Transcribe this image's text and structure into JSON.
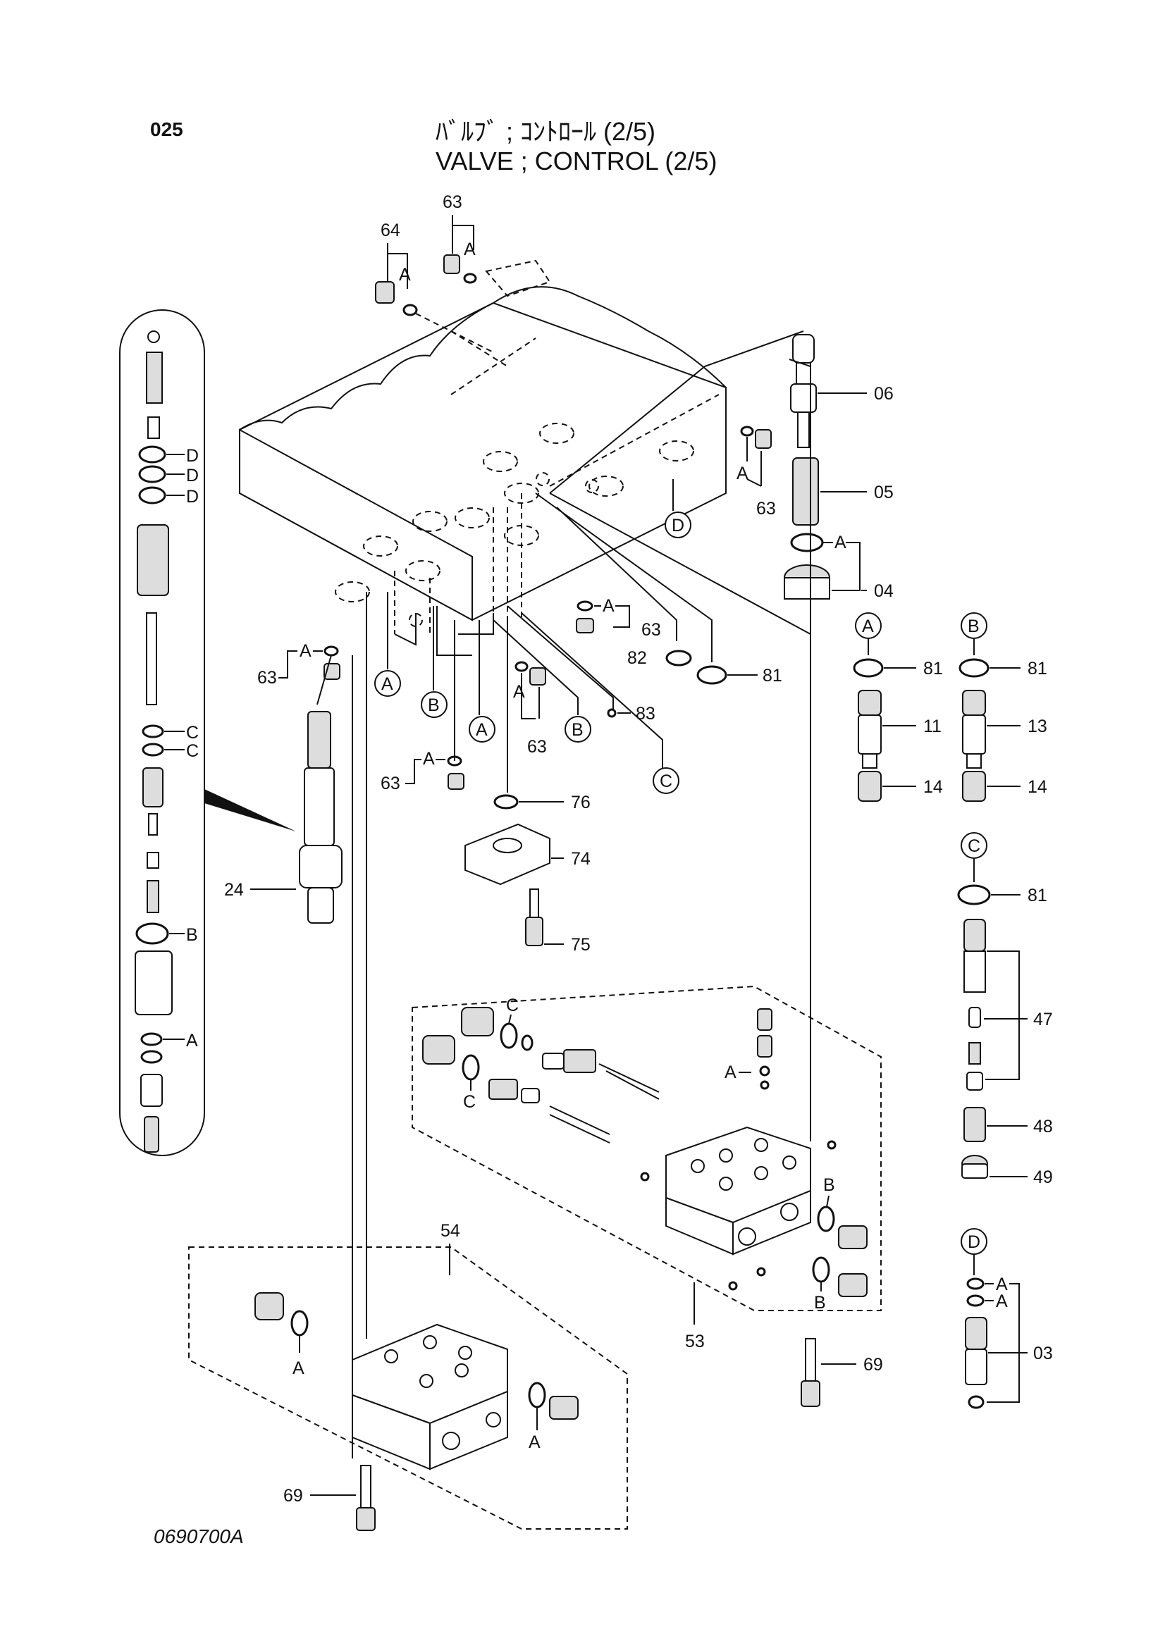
{
  "header": {
    "page_number": "025",
    "title_jp": "ﾊﾞﾙﾌﾞ ; ｺﾝﾄﾛｰﾙ (2/5)",
    "title_en": "VALVE ; CONTROL (2/5)"
  },
  "footer": {
    "figure_code": "0690700A"
  },
  "labels": {
    "p63_top": "63",
    "p64": "64",
    "p06": "06",
    "p05": "05",
    "p63_r": "63",
    "p04": "04",
    "p63_mid": "63",
    "p82": "82",
    "p81_mid": "81",
    "p63_l": "63",
    "p83": "83",
    "p63_c": "63",
    "p63_lc": "63",
    "p76": "76",
    "p74": "74",
    "p75": "75",
    "p24": "24",
    "p81_a": "81",
    "p81_b": "81",
    "p11": "11",
    "p13": "13",
    "p14_a": "14",
    "p14_b": "14",
    "p81_c": "81",
    "p47": "47",
    "p48": "48",
    "p49": "49",
    "p03": "03",
    "p53": "53",
    "p54": "54",
    "p69_r": "69",
    "p69_l": "69"
  },
  "letters": {
    "A": "A",
    "B": "B",
    "C": "C",
    "D": "D"
  }
}
